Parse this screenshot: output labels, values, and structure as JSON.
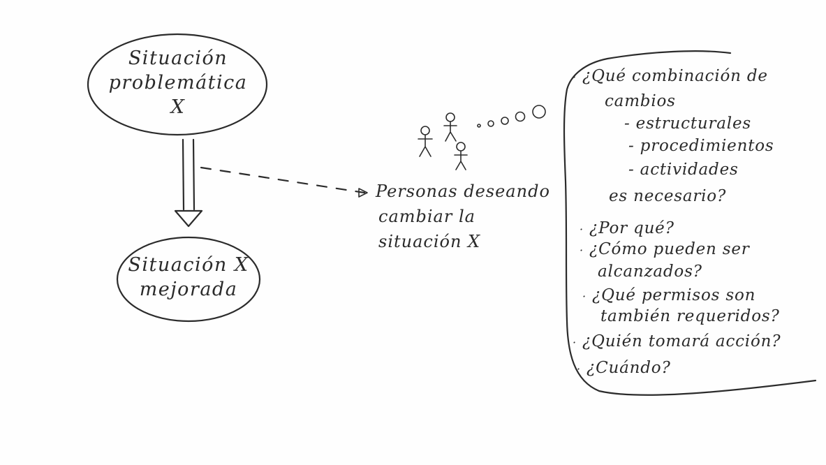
{
  "diagram": {
    "node_problem": {
      "line1": "Situación",
      "line2": "problemática",
      "line3": "X"
    },
    "node_improved": {
      "line1": "Situación X",
      "line2": "mejorada"
    },
    "persons": {
      "line1": "Personas deseando",
      "line2": "cambiar la",
      "line3": "situación X"
    },
    "thought_bubbles": "o o O O",
    "questions": {
      "q1_line1": "¿Qué combinación de",
      "q1_line2": "cambios",
      "q1_item1": "- estructurales",
      "q1_item2": "- procedimientos",
      "q1_item3": "- actividades",
      "q1_line3": "es necesario?",
      "q2": "¿Por qué?",
      "q3_line1": "¿Cómo pueden ser",
      "q3_line2": "alcanzados?",
      "q4_line1": "¿Qué permisos son",
      "q4_line2": "también requeridos?",
      "q5": "¿Quién tomará acción?",
      "q6": "¿Cuándo?"
    },
    "bullet_glyph": "·",
    "ink_color": "#2b2b2b"
  }
}
